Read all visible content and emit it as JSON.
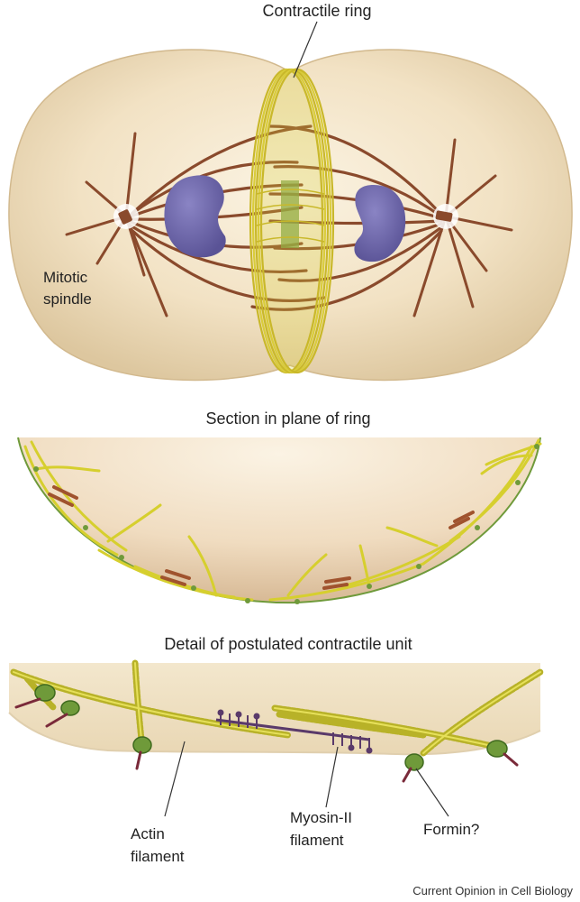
{
  "panel1": {
    "label_ring": "Contractile ring",
    "label_spindle_line1": "Mitotic",
    "label_spindle_line2": "spindle"
  },
  "panel2": {
    "title": "Section in plane of ring"
  },
  "panel3": {
    "title": "Detail of postulated contractile unit",
    "label_actin_line1": "Actin",
    "label_actin_line2": "filament",
    "label_myosin_line1": "Myosin-II",
    "label_myosin_line2": "filament",
    "label_formin": "Formin?"
  },
  "credit": "Current Opinion in Cell Biology",
  "colors": {
    "cell": "#f2e3c6",
    "ring": "#d9cc3a",
    "nucleus": "#6b64a8",
    "spindle": "#8a4a2c",
    "actin": "#c8c030",
    "formin": "#6f9a3a",
    "myosin": "#5a3a6a"
  }
}
